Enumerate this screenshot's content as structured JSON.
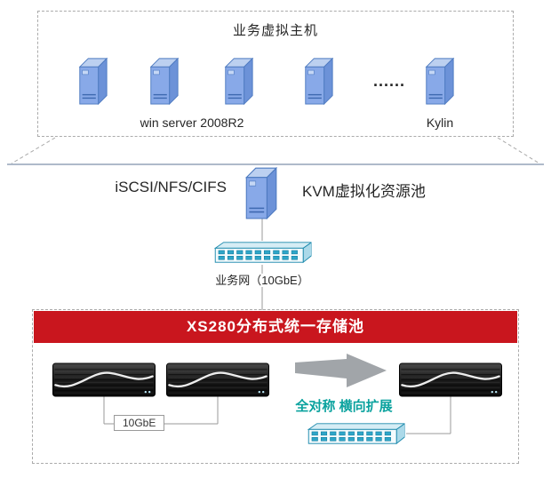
{
  "top_box": {
    "title": "业务虚拟主机",
    "dots": "......",
    "win_label": "win server 2008R2",
    "kylin_label": "Kylin"
  },
  "middle": {
    "protocol_label": "iSCSI/NFS/CIFS",
    "kvm_label": "KVM虚拟化资源池",
    "network_label": "业务网（10GbE）"
  },
  "storage": {
    "banner": "XS280分布式统一存储池",
    "scale_label": "全对称 横向扩展",
    "link_label": "10GbE"
  },
  "colors": {
    "banner_red": "#c9161e",
    "accent_teal": "#0aa29e",
    "server_blue": "#88a9e8",
    "switch_blue": "#2fa6c9",
    "storage_black": "#1c1c1c",
    "line_gray": "#9a9a9a"
  },
  "icons": {
    "server-icon": "blue 3d server tower",
    "network-switch-icon": "teal rack switch with port rows",
    "storage-array-icon": "black 2u storage array with white swoosh",
    "scale-out-arrow-icon": "gray right arrow"
  }
}
